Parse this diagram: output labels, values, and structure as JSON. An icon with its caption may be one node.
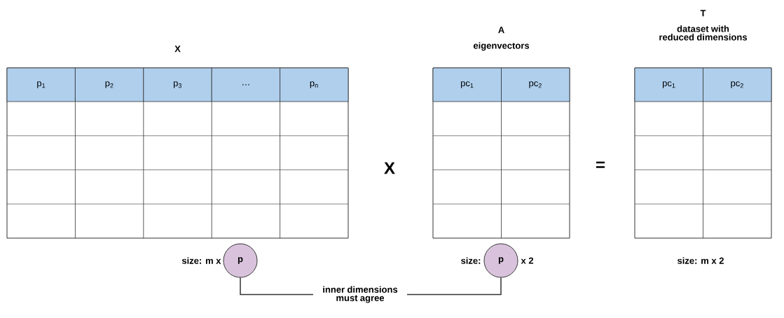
{
  "diagram": {
    "nodes": [
      {
        "text": [
          "X",
          "p$_{1}$",
          "p$_{2}$",
          "p$_{3}$",
          "…",
          "p$_{n}$"
        ]
      },
      {
        "text": [
          "p"
        ]
      },
      {
        "text": [
          "A",
          "eigenvectors",
          "pc$_{1}$",
          "pc$_{2}$"
        ]
      },
      {
        "text": [
          "p"
        ]
      },
      {
        "text": [
          "T",
          "dataset with reduced dimensions",
          "pc$_{1}$",
          "pc$_{2}$"
        ]
      }
    ],
    "edges": [
      {
        "from": 1,
        "to": 3,
        "arrow": "none",
        "label": "inner dimensions must agree"
      }
    ],
    "labels": [
      "X",
      "=",
      "size: m  x",
      "size:",
      "x   2",
      "size: m x 2"
    ]
  }
}
